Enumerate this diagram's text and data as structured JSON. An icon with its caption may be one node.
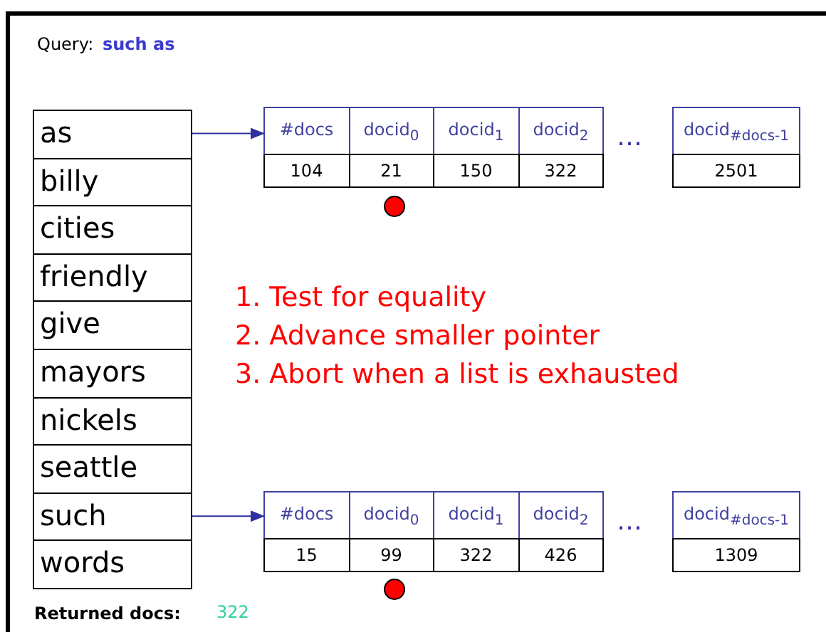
{
  "diagram": {
    "nodes": [
      {
        "text": [
          "as"
        ]
      },
      {
        "text": [
          "billy"
        ]
      },
      {
        "text": [
          "cities"
        ]
      },
      {
        "text": [
          "friendly"
        ]
      },
      {
        "text": [
          "give"
        ]
      },
      {
        "text": [
          "mayors"
        ]
      },
      {
        "text": [
          "nickels"
        ]
      },
      {
        "text": [
          "seattle"
        ]
      },
      {
        "text": [
          "such"
        ]
      },
      {
        "text": [
          "words"
        ]
      },
      {
        "text": [
          "#docs",
          "docid$_{0}$",
          "docid$_{1}$",
          "docid$_{2}$",
          "104",
          "21",
          "150",
          "322"
        ]
      },
      {
        "text": [
          "docid$_{#docs-1}$",
          "2501"
        ]
      },
      {
        "text": [
          "#docs",
          "docid$_{0}$",
          "docid$_{1}$",
          "docid$_{2}$",
          "15",
          "99",
          "322",
          "426"
        ]
      },
      {
        "text": [
          "docid$_{#docs-1}$",
          "1309"
        ]
      }
    ],
    "edges": [
      {
        "from": 0,
        "to": 10,
        "arrow": "to"
      },
      {
        "from": 8,
        "to": 12,
        "arrow": "to"
      }
    ],
    "labels": [
      "Query:",
      "such as",
      "…",
      "1. Test for equality",
      "2. Advance smaller pointer",
      "3. Abort when a list is exhausted",
      "…",
      "Returned docs:",
      "322"
    ]
  }
}
